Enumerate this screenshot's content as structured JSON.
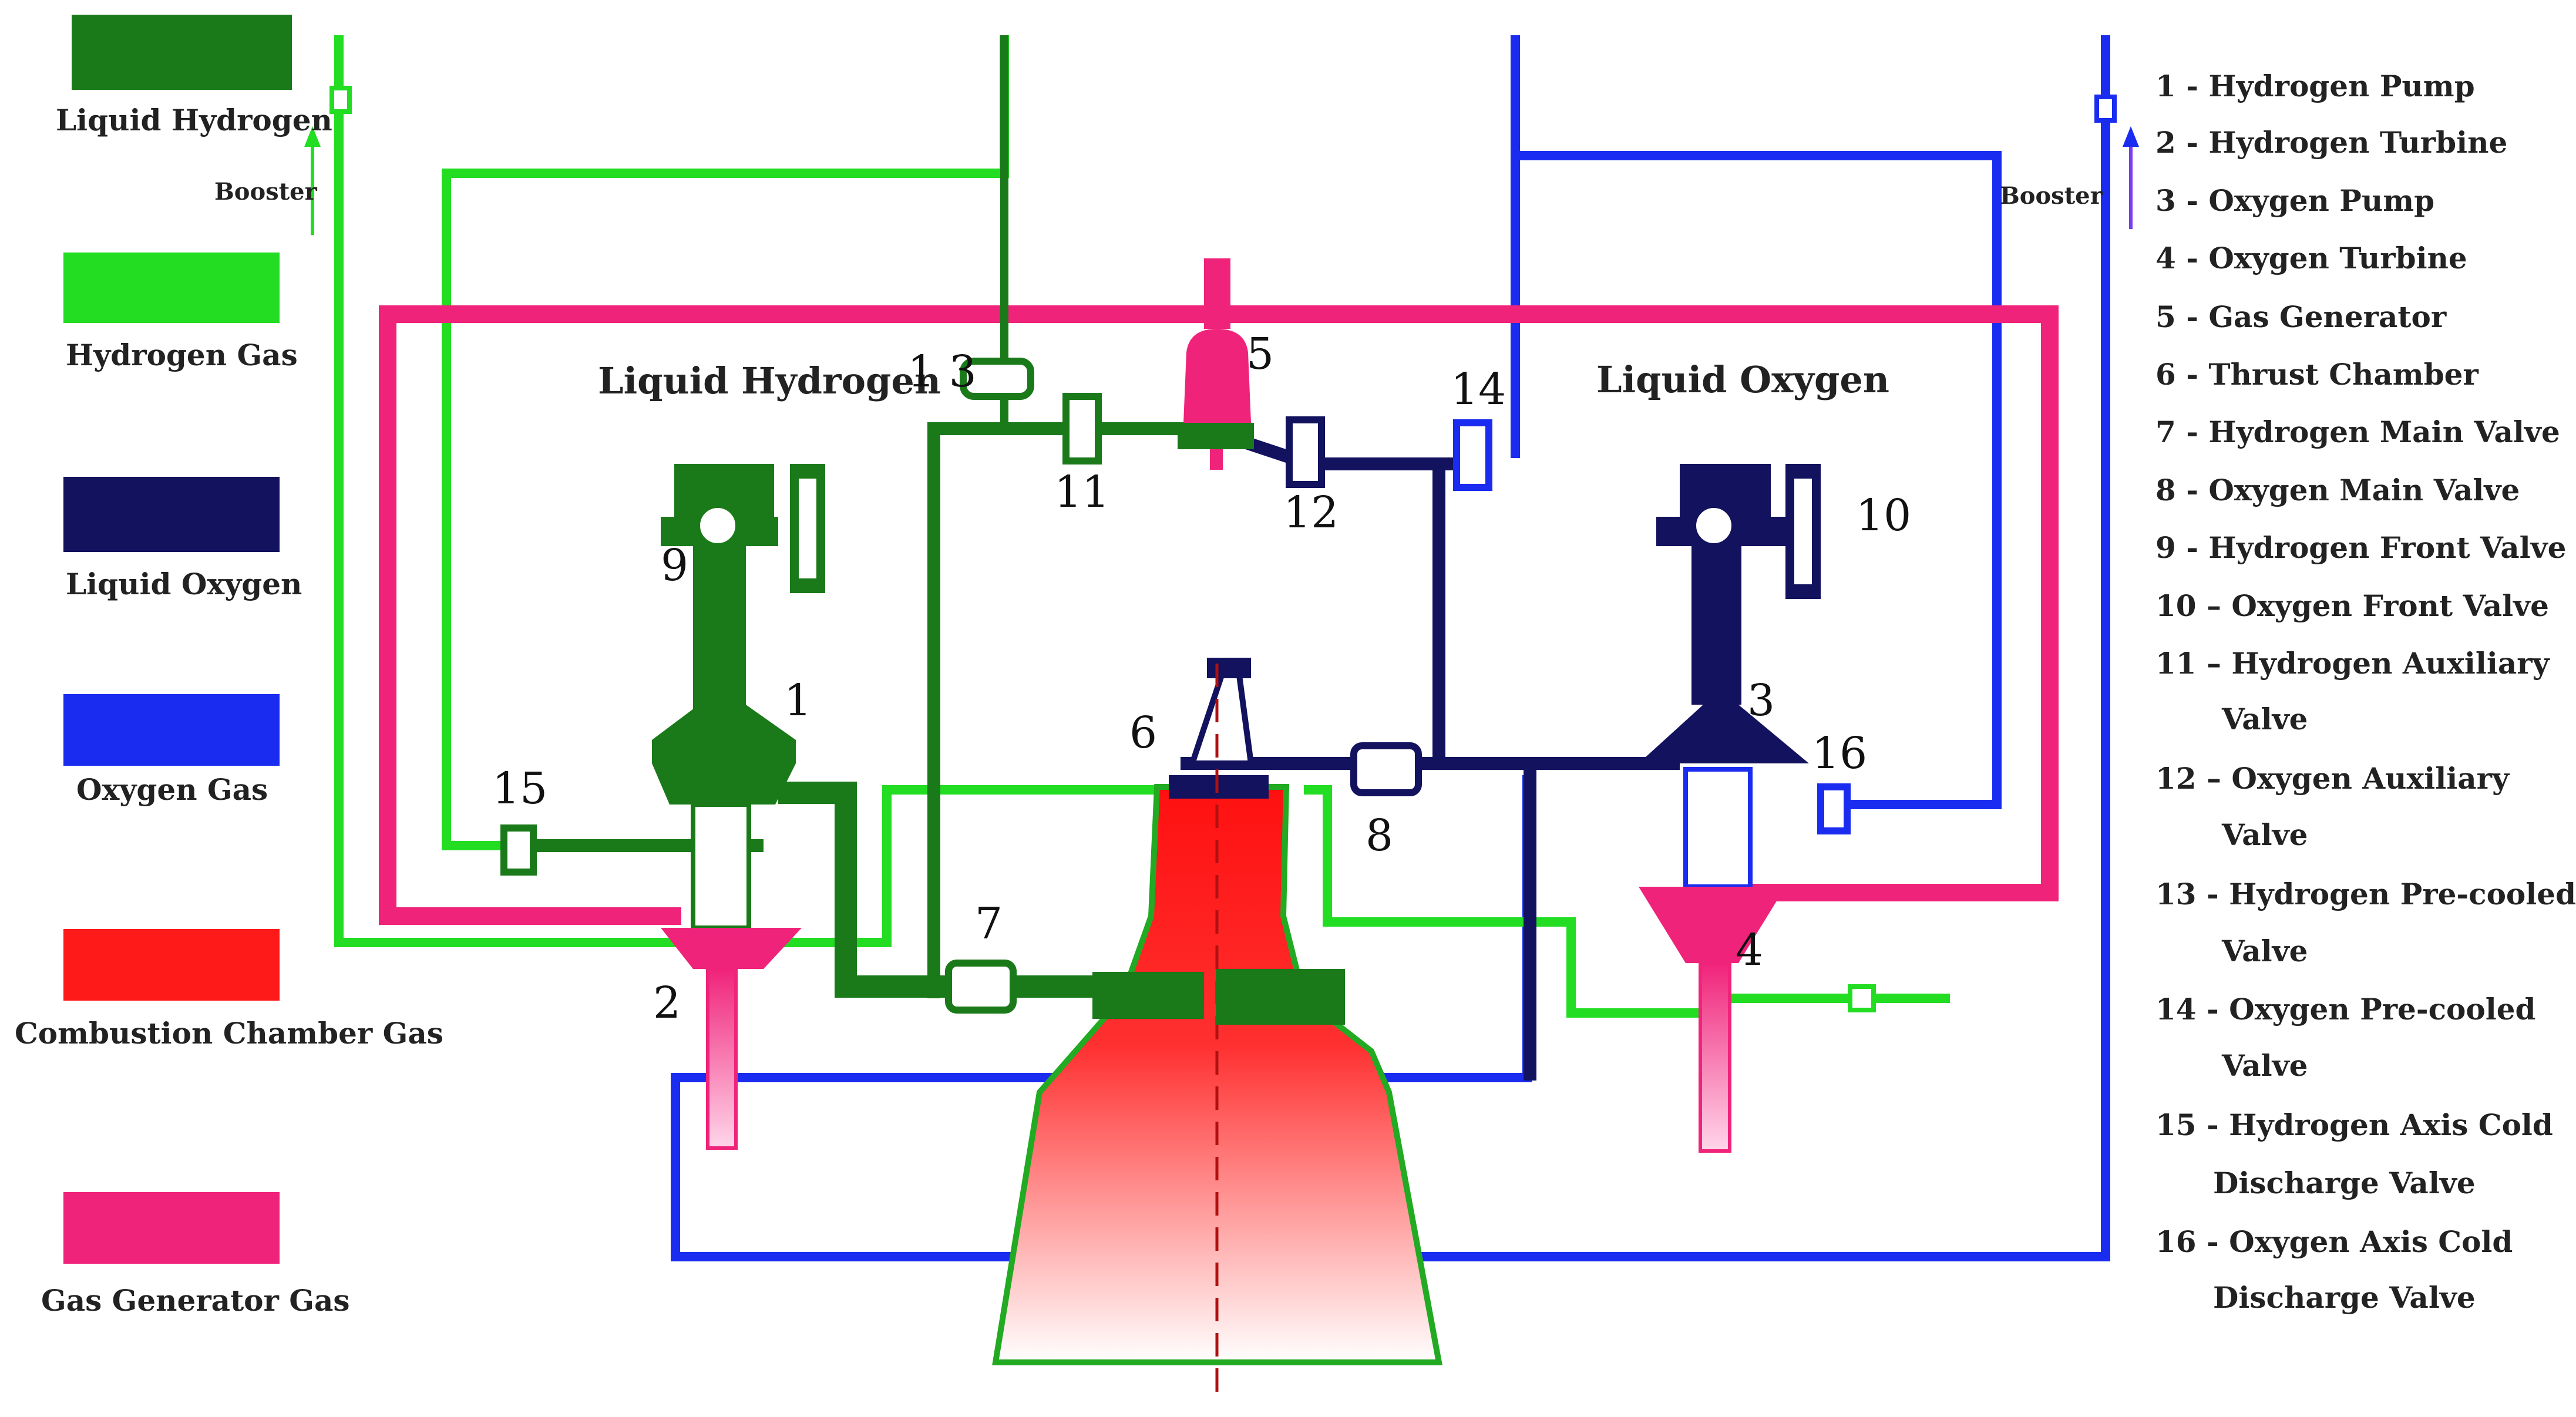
{
  "colors": {
    "liquid_hydrogen": "#1a7a1a",
    "hydrogen_gas": "#22dd22",
    "liquid_oxygen": "#12125e",
    "oxygen_gas": "#1a2cf0",
    "combustion_gas": "#ff1a1a",
    "gas_generator_gas": "#f0237a"
  },
  "legend": [
    {
      "label": "Liquid Hydrogen",
      "color": "#1a7a1a"
    },
    {
      "label": "Hydrogen Gas",
      "color": "#22dd22"
    },
    {
      "label": "Liquid Oxygen",
      "color": "#12125e"
    },
    {
      "label": "Oxygen Gas",
      "color": "#1a2cf0"
    },
    {
      "label": "Combustion Chamber Gas",
      "color": "#ff1a1a"
    },
    {
      "label": "Gas Generator Gas",
      "color": "#f0237a"
    }
  ],
  "diagram": {
    "booster_left": "Booster",
    "booster_right": "Booster",
    "liquid_hydrogen_label": "Liquid Hydrogen",
    "liquid_oxygen_label": "Liquid Oxygen",
    "numbers": [
      "1",
      "2",
      "3",
      "4",
      "5",
      "6",
      "7",
      "8",
      "9",
      "10",
      "11",
      "12",
      "1 3",
      "14",
      "15",
      "16"
    ]
  },
  "key": [
    "1 - Hydrogen Pump",
    "2 - Hydrogen Turbine",
    "3 - Oxygen Pump",
    "4 - Oxygen Turbine",
    "5 - Gas Generator",
    "6 - Thrust Chamber",
    "7 - Hydrogen Main Valve",
    "8 - Oxygen Main Valve",
    "9 - Hydrogen Front Valve",
    "10 – Oxygen Front Valve",
    "11 – Hydrogen Auxiliary",
    "Valve",
    "12 – Oxygen Auxiliary",
    "Valve",
    "13 - Hydrogen Pre-cooled",
    "Valve",
    "14 - Oxygen Pre-cooled",
    "Valve",
    "15 - Hydrogen Axis Cold",
    "Discharge Valve",
    "16 - Oxygen Axis Cold",
    "Discharge Valve"
  ]
}
